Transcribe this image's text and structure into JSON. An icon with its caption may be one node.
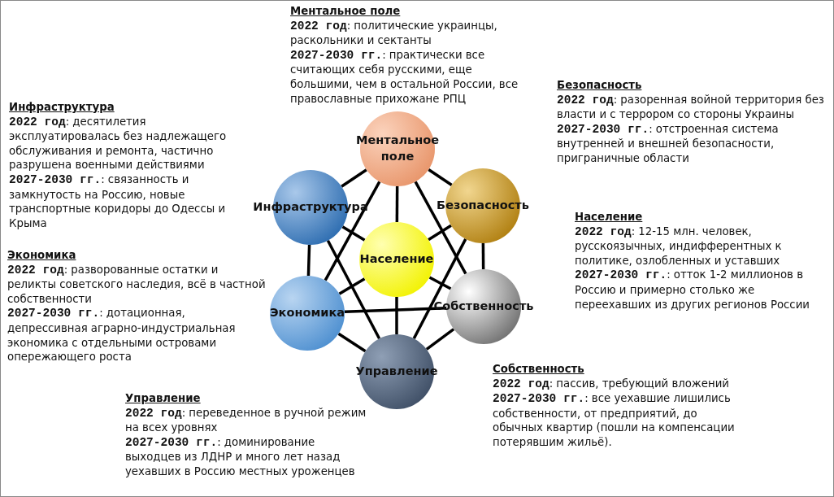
{
  "diagram": {
    "nodes": [
      {
        "text": [
          "Ментальное поле"
        ],
        "beside": [
          "Ментальное поле",
          "**2022 год**: политические украинцы, раскольники и сектанты",
          "**2027-2030 гг.**: практически все считающих себя русскими, еще большими, чем в остальной России, все православные прихожане РПЦ"
        ]
      },
      {
        "text": [
          "Инфраструктура"
        ],
        "beside": [
          "Инфраструктура",
          "**2022 год**: десятилетия эксплуатировалась без надлежащего обслуживания и ремонта, частично разрушена военными действиями",
          "**2027-2030 гг.**: связанность и замкнутость на Россию, новые транспортные коридоры до Одессы и Крыма"
        ]
      },
      {
        "text": [
          "Безопасность"
        ],
        "beside": [
          "Безопасность",
          "**2022 год**: разоренная войной территория без власти и с террором со стороны Украины",
          "**2027-2030 гг.**: отстроенная система внутренней и внешней безопасности, приграничные области"
        ]
      },
      {
        "text": [
          "Население"
        ],
        "beside": [
          "Население",
          "**2022 год**: 12-15 млн. человек, русскоязычных, индифферентных к политике, озлобленных и уставших",
          "**2027-2030 гг.**: отток 1-2 миллионов в Россию и примерно столько же переехавших из других регионов России"
        ]
      },
      {
        "text": [
          "Экономика"
        ],
        "beside": [
          "Экономика",
          "**2022 год**: разворованные остатки и реликты советского наследия, всё в частной собственности",
          "**2027-2030 гг.**: дотационная, депрессивная аграрно-индустриальная экономика с отдельными островами опережающего роста"
        ]
      },
      {
        "text": [
          "Собственность"
        ],
        "beside": [
          "Собственность",
          "**2022 год**: пассив, требующий вложений",
          "**2027-2030 гг.**: все уехавшие лишились собственности, от предприятий, до обычных квартир (пошли на компенсации потерявшим жильё)."
        ]
      },
      {
        "text": [
          "Управление"
        ],
        "beside": [
          "Управление",
          "**2022 год**: переведенное в ручной режим на всех уровнях",
          "**2027-2030 гг.**: доминирование выходцев из ЛДНР и много лет назад уехавших в Россию местных уроженцев"
        ]
      }
    ],
    "edges": [
      {
        "from": 0,
        "to": 1,
        "arrow": "none"
      },
      {
        "from": 0,
        "to": 2,
        "arrow": "none"
      },
      {
        "from": 0,
        "to": 3,
        "arrow": "none"
      },
      {
        "from": 0,
        "to": 4,
        "arrow": "none"
      },
      {
        "from": 0,
        "to": 5,
        "arrow": "none"
      },
      {
        "from": 1,
        "to": 3,
        "arrow": "none"
      },
      {
        "from": 1,
        "to": 4,
        "arrow": "none"
      },
      {
        "from": 1,
        "to": 6,
        "arrow": "none"
      },
      {
        "from": 2,
        "to": 3,
        "arrow": "none"
      },
      {
        "from": 2,
        "to": 5,
        "arrow": "none"
      },
      {
        "from": 2,
        "to": 6,
        "arrow": "none"
      },
      {
        "from": 4,
        "to": 3,
        "arrow": "none"
      },
      {
        "from": 4,
        "to": 6,
        "arrow": "none"
      },
      {
        "from": 4,
        "to": 5,
        "arrow": "none"
      },
      {
        "from": 5,
        "to": 3,
        "arrow": "none"
      },
      {
        "from": 5,
        "to": 6,
        "arrow": "none"
      },
      {
        "from": 6,
        "to": 3,
        "arrow": "none"
      }
    ]
  }
}
